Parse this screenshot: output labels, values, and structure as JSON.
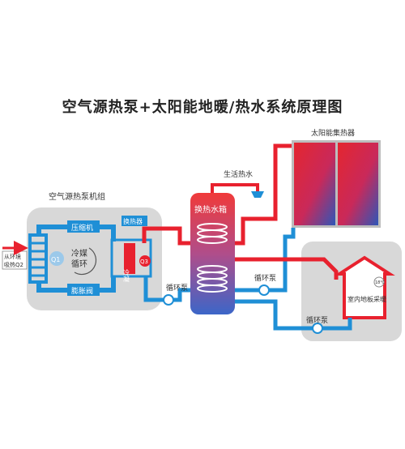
{
  "title": "空气源热泵+太阳能地暖/热水系统原理图",
  "unit_heat_pump": "空气源热泵机组",
  "compressor": "压缩机",
  "heat_exchanger": "换热器",
  "refrigerant_cycle_line1": "冷媒",
  "refrigerant_cycle_line2": "循环",
  "condenser": "冷凝",
  "q1_label": "Q1",
  "q3_label": "Q3",
  "expansion_valve": "膨胀阀",
  "from_env_line1": "从环境",
  "from_env_line2": "吸热Q2",
  "pump_left": "循环泵",
  "tank": "换热水箱",
  "domestic_hot_water": "生活热水",
  "pump_middle": "循环泵",
  "solar_collector": "太阳能集热器",
  "pump_bottom": "循环泵",
  "house_label": "室内地板采暖",
  "thermo_value": "18℃",
  "colors": {
    "hot": "#e8212e",
    "cold": "#1f8fd6",
    "panel": "#d7d7d7",
    "tank": "#3a6fbf"
  }
}
